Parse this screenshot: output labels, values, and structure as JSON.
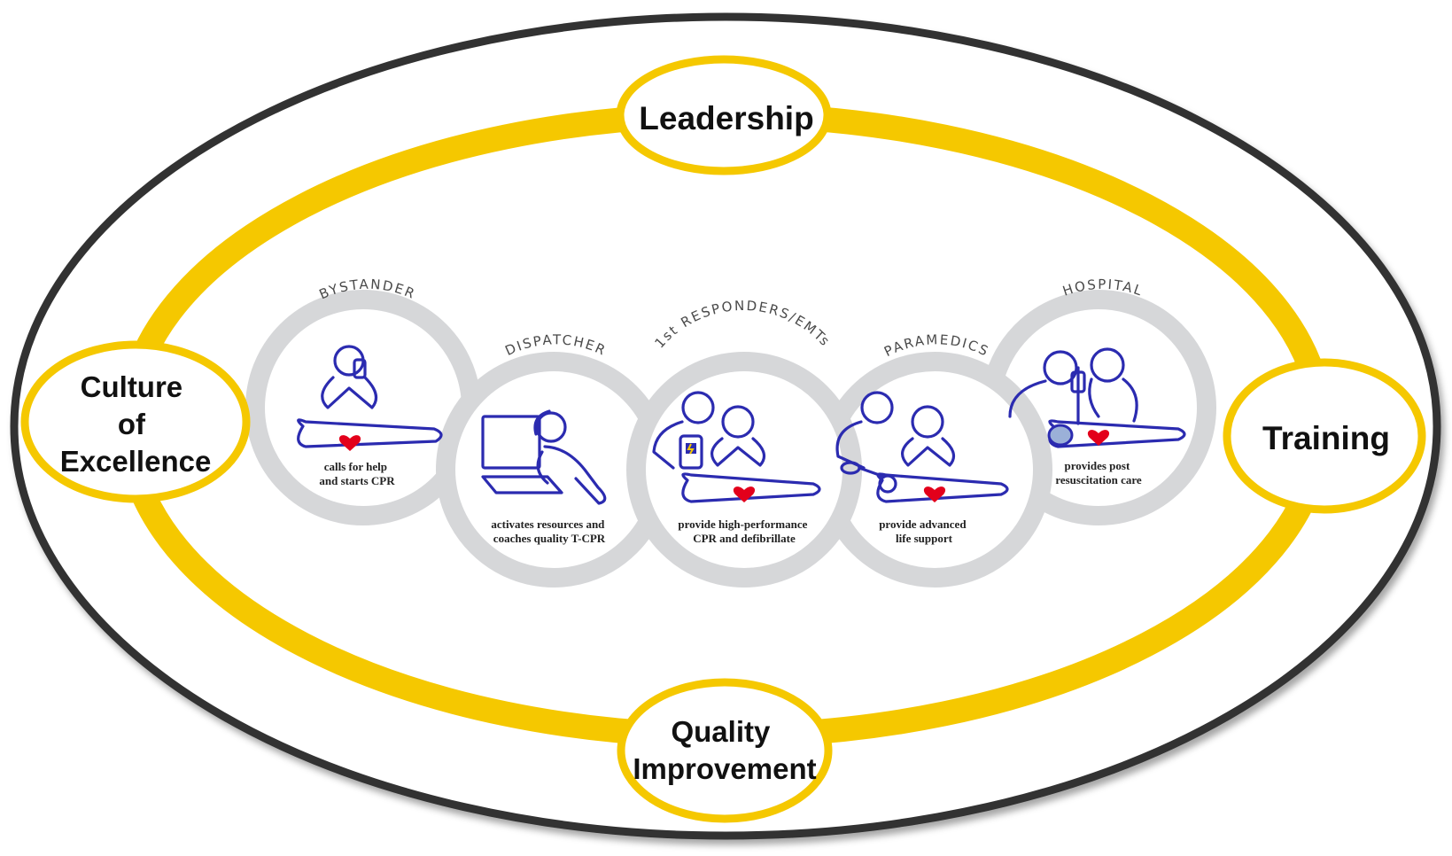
{
  "nodes": {
    "leadership": "Leadership",
    "culture": [
      "Culture",
      "of",
      "Excellence"
    ],
    "training": "Training",
    "quality": [
      "Quality",
      "Improvement"
    ]
  },
  "stages": [
    {
      "title": "BYSTANDER",
      "desc": [
        "calls for help",
        "and starts CPR"
      ]
    },
    {
      "title": "DISPATCHER",
      "desc": [
        "activates resources and",
        "coaches quality T-CPR"
      ]
    },
    {
      "title": "1st RESPONDERS/EMTs",
      "desc": [
        "provide high-performance",
        "CPR and defibrillate"
      ]
    },
    {
      "title": "PARAMEDICS",
      "desc": [
        "provide advanced",
        "life support"
      ]
    },
    {
      "title": "HOSPITAL",
      "desc": [
        "provides post",
        "resuscitation care"
      ]
    }
  ],
  "colors": {
    "ring": "#f5c800",
    "outer_border": "#333333",
    "stage_ring": "#d6d7d9",
    "figure": "#2b2bb0",
    "heart": "#e3001b"
  },
  "icons": [
    "person-cpr-icon",
    "dispatcher-headset-icon",
    "defibrillator-cpr-icon",
    "advanced-life-support-icon",
    "hospital-care-icon"
  ]
}
